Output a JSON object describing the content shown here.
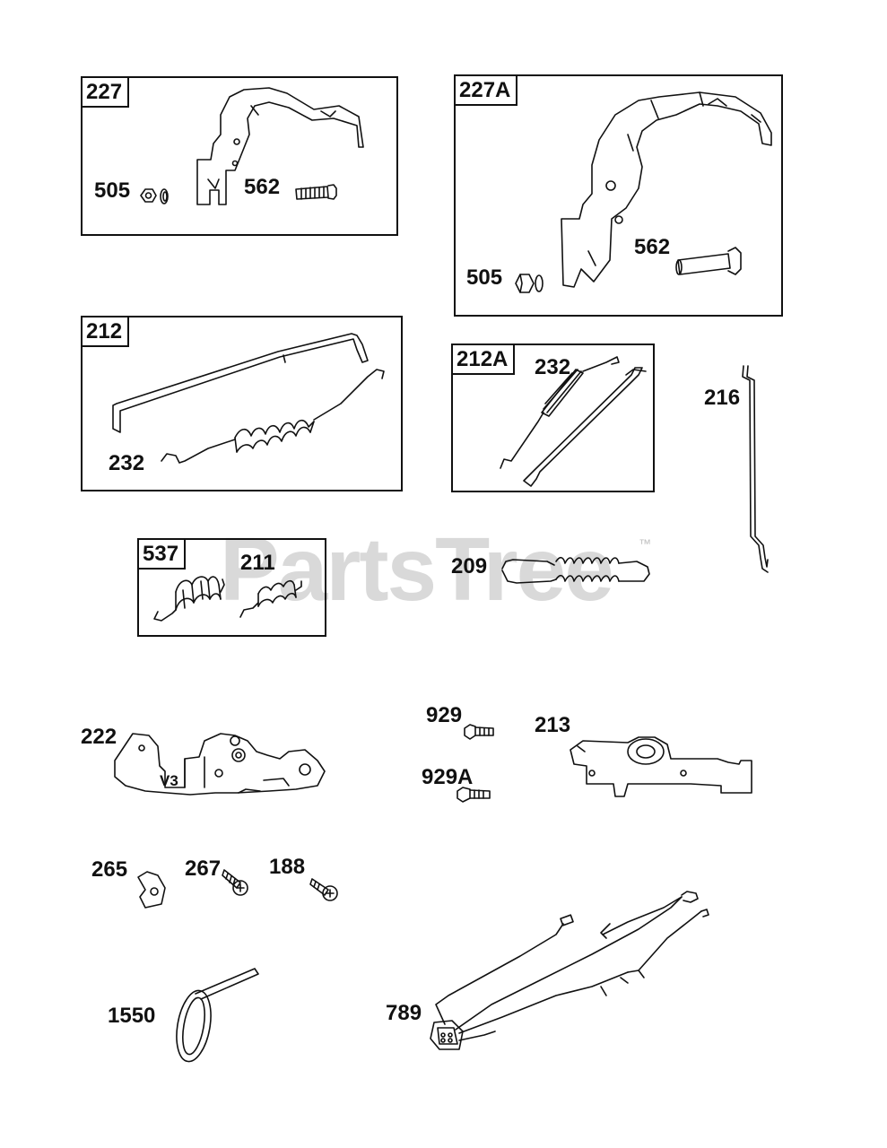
{
  "watermark": {
    "text": "PartsTree",
    "tm": "™"
  },
  "groups": {
    "g227": {
      "tag": "227",
      "parts": {
        "nut": "505",
        "screw": "562"
      }
    },
    "g227A": {
      "tag": "227A",
      "parts": {
        "nut": "505",
        "screw": "562"
      }
    },
    "g212": {
      "tag": "212",
      "parts": {
        "spring": "232"
      }
    },
    "g212A": {
      "tag": "212A",
      "parts": {
        "spring": "232"
      }
    },
    "g537": {
      "tag": "537",
      "parts": {
        "spring": "211"
      }
    }
  },
  "parts": {
    "p216": "216",
    "p209": "209",
    "p222": "222",
    "p222_mark": "V3",
    "p929": "929",
    "p929A": "929A",
    "p213": "213",
    "p265": "265",
    "p267": "267",
    "p188": "188",
    "p1550": "1550",
    "p789": "789"
  }
}
